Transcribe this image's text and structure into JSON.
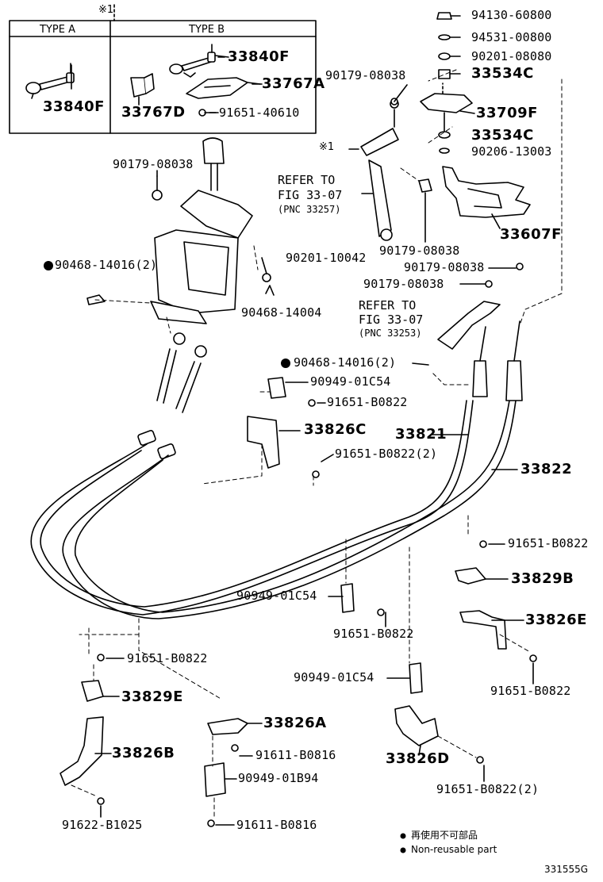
{
  "inset": {
    "mark": "※1",
    "type_a": "TYPE A",
    "type_b": "TYPE B",
    "part_a_lever": "33840F",
    "part_b_lever": "33840F",
    "part_b_bracket_a": "33767A",
    "part_b_bracket_d": "33767D",
    "part_b_bolt": "91651-40610"
  },
  "mark_star": "※1",
  "parts": {
    "p94130": "94130-60800",
    "p94531": "94531-00800",
    "p90201a": "90201-08080",
    "p33534c_top": "33534C",
    "p90179_top": "90179-08038",
    "p33709f": "33709F",
    "p33534c_low": "33534C",
    "p90206": "90206-13003",
    "p90179_lever": "90179-08038",
    "p33607f": "33607F",
    "p90179_mid": "90179-08038",
    "p90179_b": "90179-08038",
    "p90179_c": "90179-08038",
    "p90468_left": "90468-14016(2)",
    "p90201_10042": "90201-10042",
    "p90468_14004": "90468-14004",
    "p90468_mid": "90468-14016(2)",
    "p90949_a": "90949-01C54",
    "p91651_a": "91651-B0822",
    "p33826c": "33826C",
    "p91651_b": "91651-B0822(2)",
    "p33821": "33821",
    "p33822": "33822",
    "p91651_c": "91651-B0822",
    "p33829b": "33829B",
    "p90949_b": "90949-01C54",
    "p33826e": "33826E",
    "p91651_d": "91651-B0822",
    "p91651_e": "91651-B0822",
    "p91651_f": "91651-B0822",
    "p90949_c": "90949-01C54",
    "p33829e": "33829E",
    "p33826a": "33826A",
    "p33826b": "33826B",
    "p33826d": "33826D",
    "p91611_a": "91611-B0816",
    "p90949_d": "90949-01B94",
    "p91651_g": "91651-B0822(2)",
    "p91622": "91622-B1025",
    "p91611_b": "91611-B0816"
  },
  "refer1": {
    "line1": "REFER TO",
    "line2": "FIG 33-07",
    "line3": "(PNC 33257)"
  },
  "refer2": {
    "line1": "REFER TO",
    "line2": "FIG 33-07",
    "line3": "(PNC 33253)"
  },
  "legend": {
    "jp": "再使用不可部品",
    "en": "Non-reusable part"
  },
  "illustration_id": "331555G"
}
